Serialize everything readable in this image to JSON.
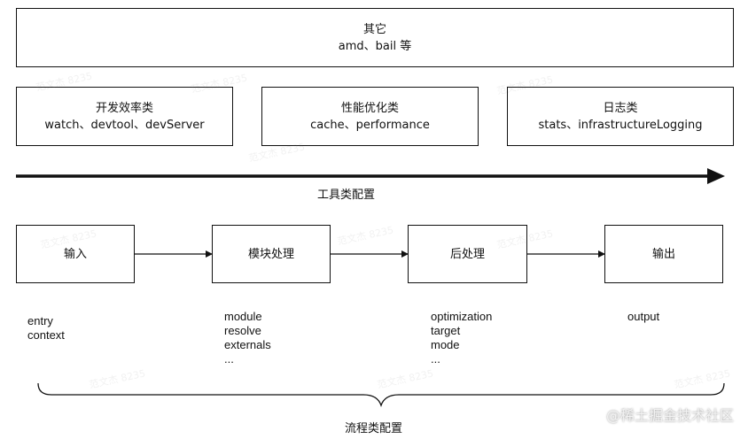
{
  "top_box": {
    "title": "其它",
    "detail": "amd、bail 等"
  },
  "tool_categories": [
    {
      "title": "开发效率类",
      "detail": "watch、devtool、devServer"
    },
    {
      "title": "性能优化类",
      "detail": "cache、performance"
    },
    {
      "title": "日志类",
      "detail": "stats、infrastructureLogging"
    }
  ],
  "tool_config_label": "工具类配置",
  "flow_steps": [
    {
      "label": "输入",
      "items": [
        "entry",
        "context"
      ]
    },
    {
      "label": "模块处理",
      "items": [
        "module",
        "resolve",
        "externals",
        "..."
      ]
    },
    {
      "label": "后处理",
      "items": [
        "optimization",
        "target",
        "mode",
        "..."
      ]
    },
    {
      "label": "输出",
      "items": [
        "output"
      ]
    }
  ],
  "flow_config_label": "流程类配置",
  "watermark_text": "范文杰 8235",
  "site_watermark": "@稀土掘金技术社区",
  "colors": {
    "stroke": "#111111",
    "background": "#ffffff"
  }
}
